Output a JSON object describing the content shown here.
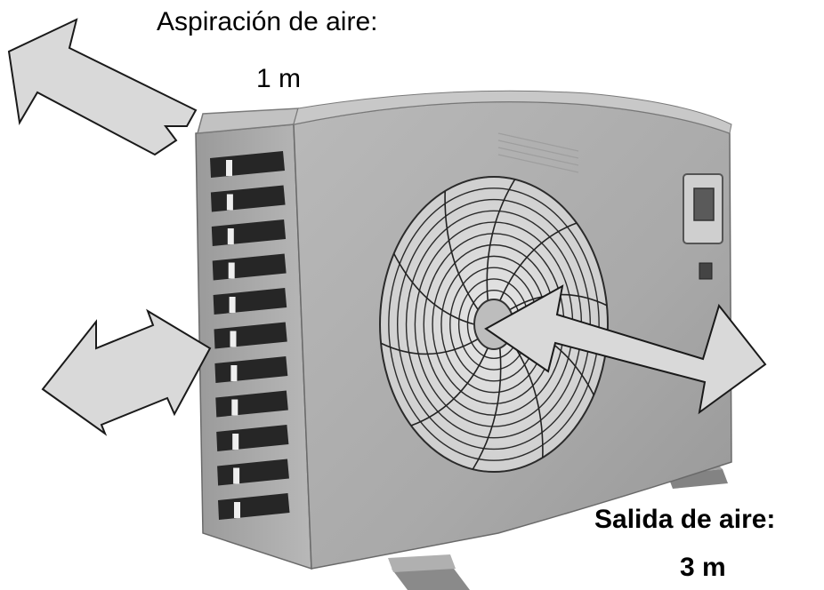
{
  "labels": {
    "intake_title": "Aspiración de aire:",
    "intake_distance": "1 m",
    "outlet_title": "Salida de aire:",
    "outlet_distance": "3 m"
  },
  "colors": {
    "arrow_fill": "#d9d9d9",
    "casing": "#a7a7a7",
    "casing_dark": "#8f8f8f",
    "grille": "#262626"
  },
  "icons": {
    "intake_top_arrow": "double-arrow-icon",
    "intake_side_arrow": "double-arrow-icon",
    "outlet_arrow": "double-arrow-icon",
    "fan": "fan-guard-icon"
  }
}
